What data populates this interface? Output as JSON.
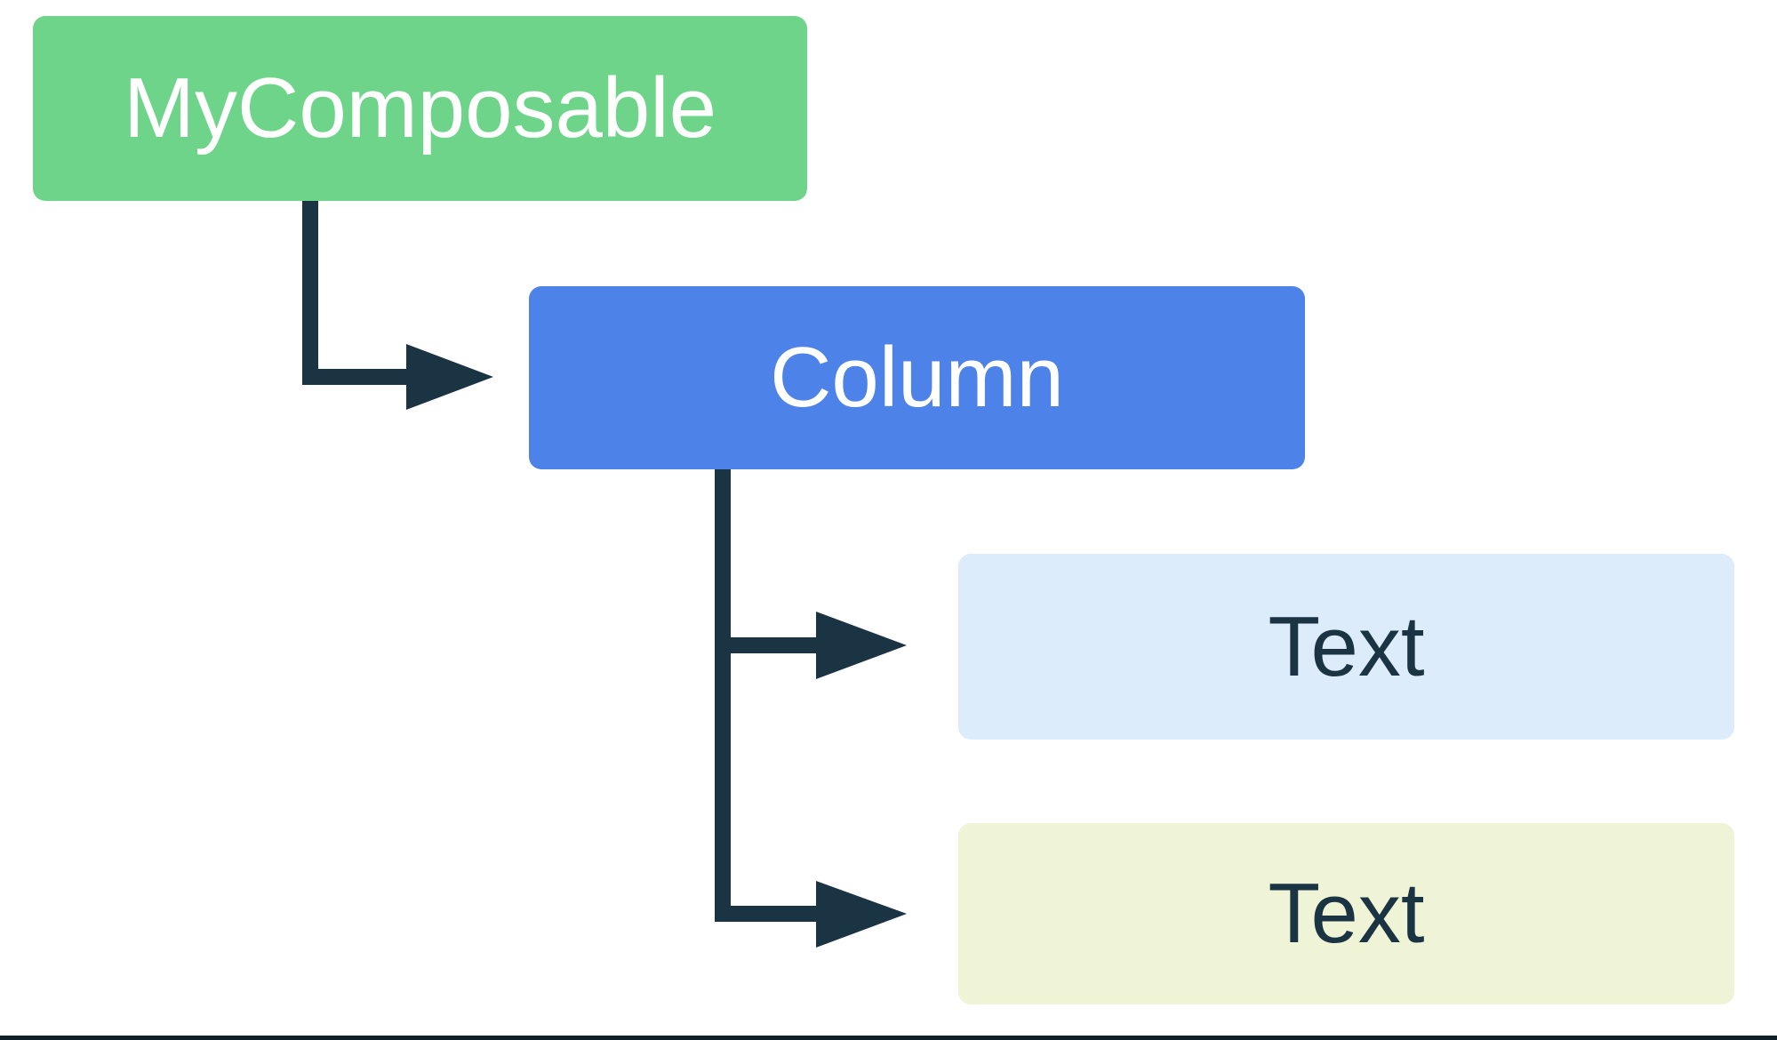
{
  "diagram": {
    "type": "tree",
    "description": "Composable UI hierarchy tree: MyComposable emits a Column containing two Text children",
    "nodes": {
      "root": {
        "label": "MyComposable",
        "bg": "#6ED48A",
        "text_color": "#FFFFFF"
      },
      "column": {
        "label": "Column",
        "bg": "#4D82E8",
        "text_color": "#FFFFFF"
      },
      "text1": {
        "label": "Text",
        "bg": "#DCECFB",
        "text_color": "#1B3444"
      },
      "text2": {
        "label": "Text",
        "bg": "#F0F4D7",
        "text_color": "#1B3444"
      }
    },
    "edges": [
      {
        "from": "root",
        "to": "column"
      },
      {
        "from": "column",
        "to": "text1"
      },
      {
        "from": "column",
        "to": "text2"
      }
    ],
    "connector_color": "#1B3444",
    "bottom_rule_color": "#10202B"
  }
}
